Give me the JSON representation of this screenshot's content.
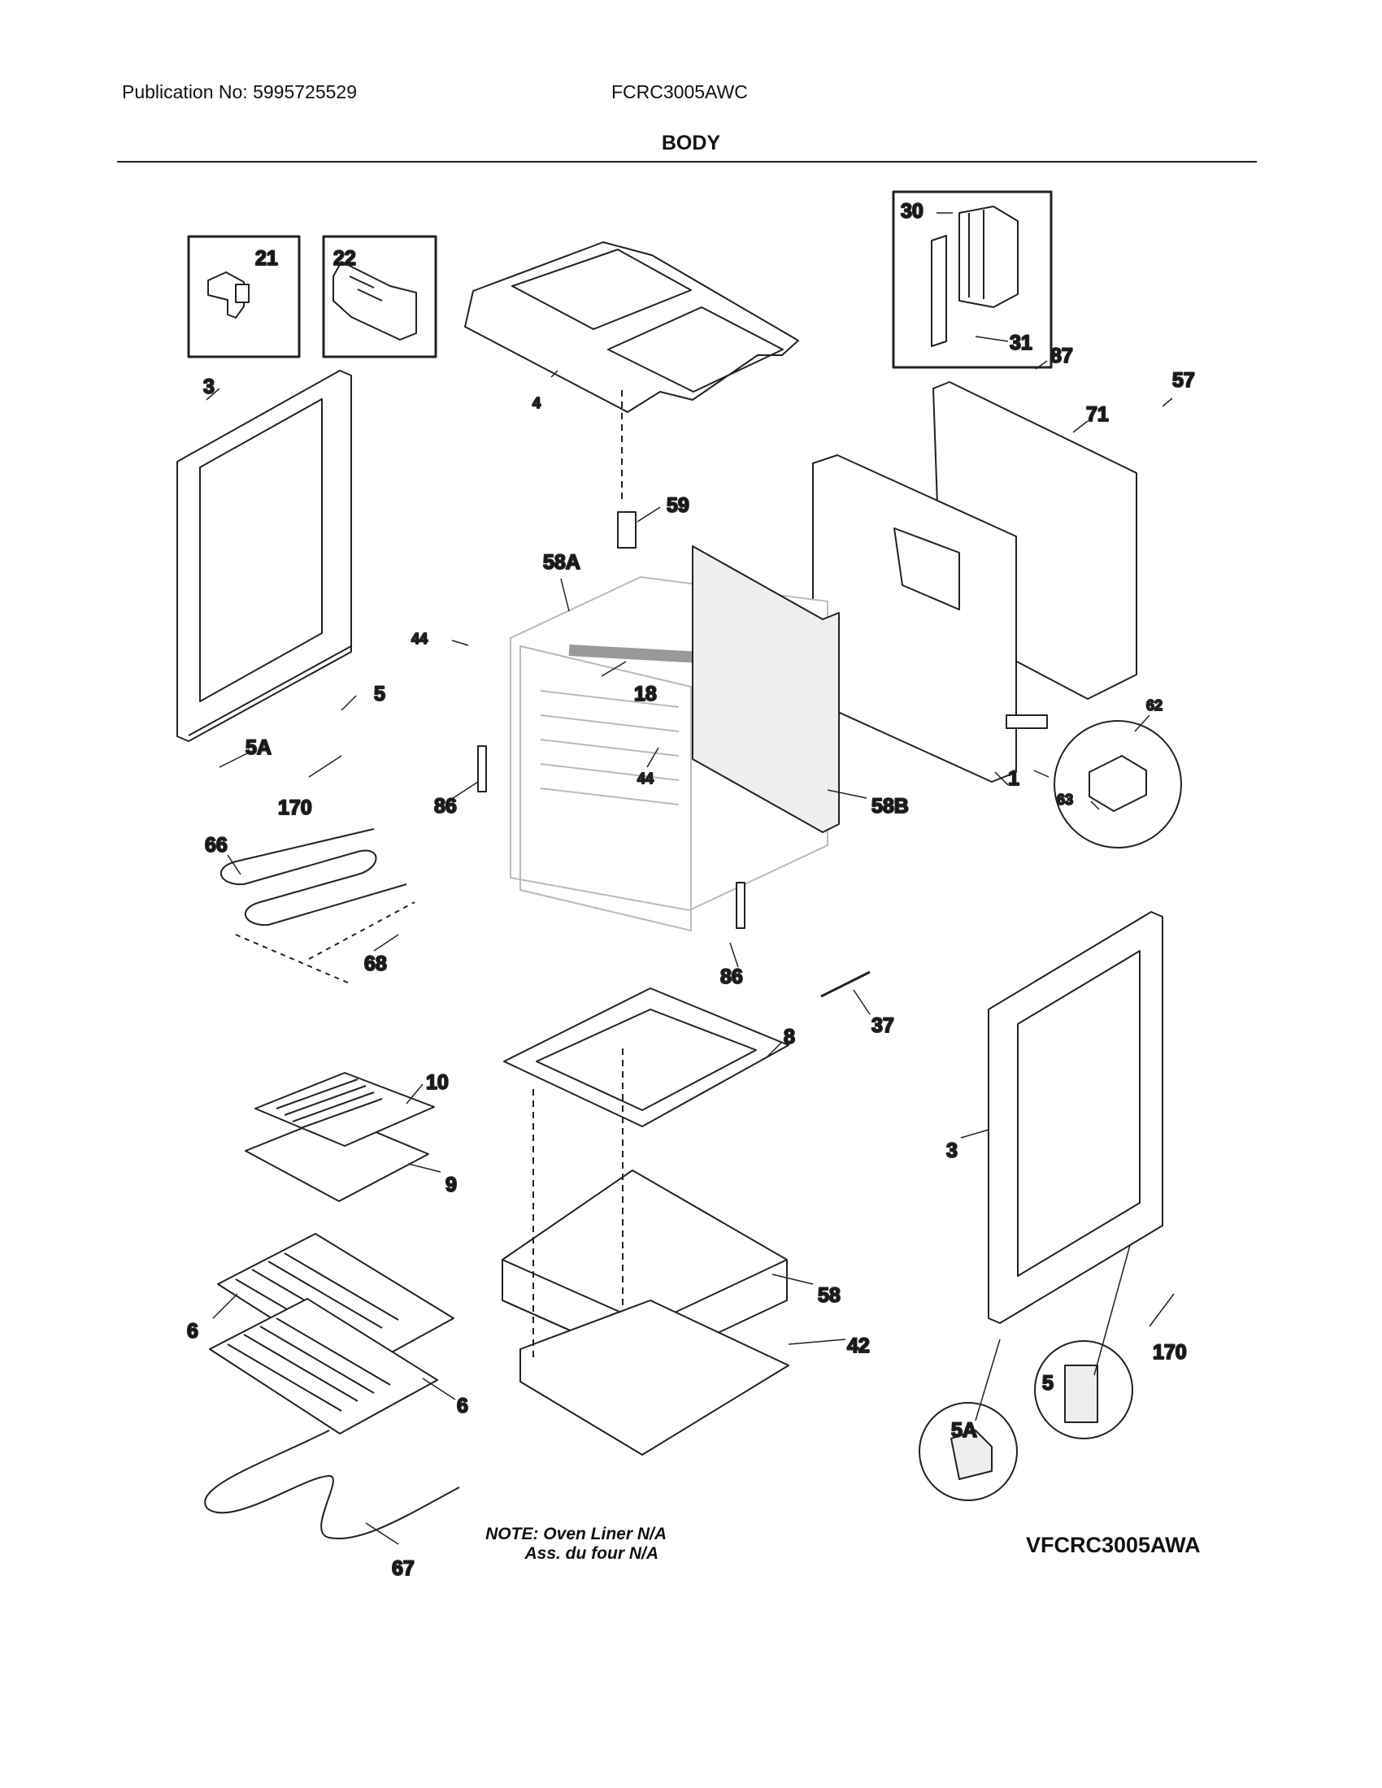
{
  "header": {
    "publication": "Publication No: 5995725529",
    "model": "FCRC3005AWC",
    "section_title": "BODY"
  },
  "note": {
    "line1": "NOTE: Oven Liner N/A",
    "line2": "Ass. du four N/A"
  },
  "diagram_id": "VFCRC3005AWA",
  "callouts": {
    "c21": "21",
    "c22": "22",
    "c30": "30",
    "c31": "31",
    "c3_left": "3",
    "c4": "4",
    "c87": "87",
    "c57": "57",
    "c71": "71",
    "c59": "59",
    "c58A": "58A",
    "c44_left": "44",
    "c18": "18",
    "c5_left": "5",
    "c5A_left": "5A",
    "c170_left": "170",
    "c86_left": "86",
    "c44_mid": "44",
    "c58B": "58B",
    "c1": "1",
    "c62": "62",
    "c63": "63",
    "c66": "66",
    "c68": "68",
    "c86_right": "86",
    "c37": "37",
    "c8": "8",
    "c10": "10",
    "c9": "9",
    "c3_right": "3",
    "c58": "58",
    "c6_left": "6",
    "c6_right": "6",
    "c42": "42",
    "c170_right": "170",
    "c5_right": "5",
    "c5A_right": "5A",
    "c67": "67"
  },
  "colors": {
    "line": "#222222",
    "panel": "#ffffff",
    "shade": "#d9d9d9",
    "ghost": "#bbbbbb"
  }
}
